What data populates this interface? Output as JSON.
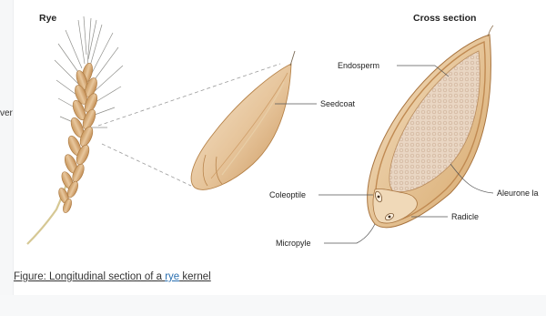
{
  "labels": {
    "rye_title": "Rye",
    "cross_section_title": "Cross section",
    "endosperm": "Endosperm",
    "seedcoat": "Seedcoat",
    "coleoptile": "Coleoptile",
    "aleurone": "Aleurone la",
    "radicle": "Radicle",
    "micropyle": "Micropyle"
  },
  "clipped_left_text": "ver",
  "caption": {
    "prefix": "Figure: Longitudinal section of a ",
    "link": "rye",
    "suffix": " kernel"
  },
  "colors": {
    "grain": "#dcb27e",
    "grain_light": "#f1dcc0",
    "seedcoat": "#c8965e",
    "endosperm": "#e7d3c0",
    "stem": "#d8cc9c",
    "awn": "#8a8a86"
  }
}
